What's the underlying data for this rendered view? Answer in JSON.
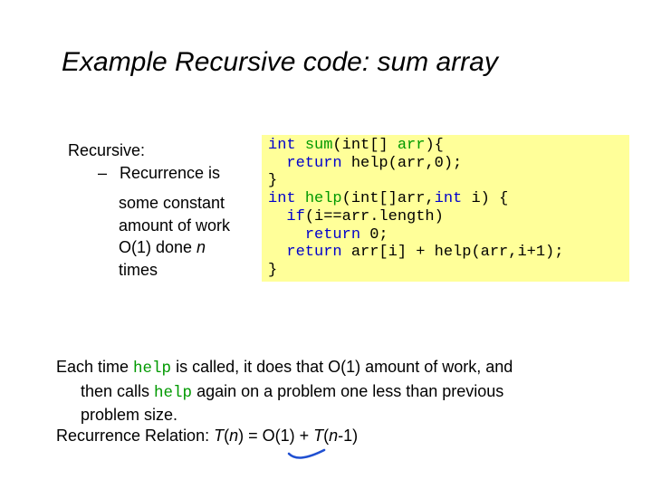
{
  "title": "Example Recursive code: sum array",
  "left": {
    "heading": "Recursive:",
    "bullet_dash": "–",
    "bullet_text": "Recurrence is",
    "cont1": "some constant",
    "cont2": "amount of work",
    "cont3_pre": "O(1) done ",
    "cont3_var": "n",
    "cont4": "times"
  },
  "code": {
    "int": "int",
    "sum": "sum",
    "sum_params": "(int[] ",
    "arr": "arr",
    "sum_close": "){",
    "return": "return",
    "ret1_rest": " help(arr,0);",
    "brace": "}",
    "help": "help",
    "help_params1": "(int[]arr,",
    "help_params2": " i) {",
    "if": "if",
    "if_rest": "(i==arr.length)",
    "ret0_rest": " 0;",
    "ret3_rest": " arr[i] + help(arr,i+1);"
  },
  "para": {
    "l1_a": "Each time ",
    "help_word": "help",
    "l1_b": " is called, it does that O(1) amount of work, and",
    "l2_a": "then calls ",
    "l2_b": " again on a problem one less than previous",
    "l3": "problem size."
  },
  "recurrence": {
    "label": "Recurrence Relation: ",
    "T": "T",
    "open": "(",
    "n": "n",
    "eq": ") = ",
    "o1": "O(1)",
    "plus": " + ",
    "n2": "n",
    "tail": "-1)"
  },
  "colors": {
    "code_bg": "#ffff99",
    "keyword": "#0000cc",
    "identifier": "#009900",
    "annotation": "#1f4fd1"
  }
}
